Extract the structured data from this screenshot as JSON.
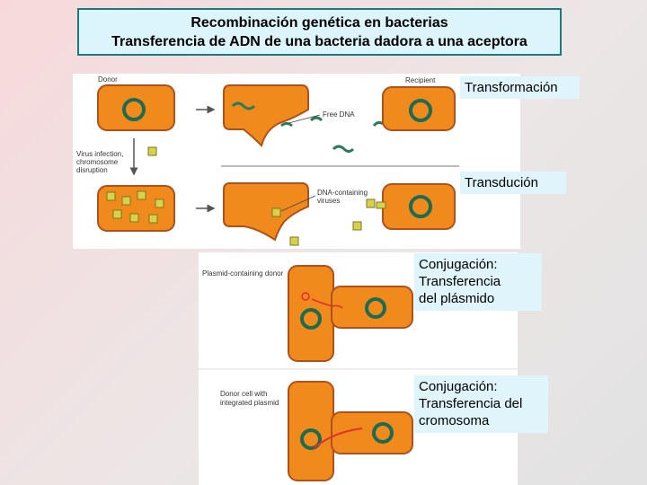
{
  "title": {
    "line1": "Recombinación genética en bacterias",
    "line2": "Transferencia de ADN de una bacteria dadora a una aceptora"
  },
  "labels": {
    "transformation": "Transformación",
    "transduction": "Transdución",
    "conj_plasmid": [
      "Conjugación:",
      "Transferencia",
      "del plásmido"
    ],
    "conj_chromosome": [
      "Conjugación:",
      "Transferencia del",
      "cromosoma"
    ]
  },
  "figure_text": {
    "donor": "Donor",
    "recipient": "Recipient",
    "free_dna": "Free DNA",
    "virus_infection": [
      "Virus infection,",
      "chromosome",
      "disruption"
    ],
    "dna_viruses": [
      "DNA-containing",
      "viruses"
    ],
    "plasmid_donor": "Plasmid-containing donor",
    "integrated": [
      "Donor cell with",
      "integrated plasmid"
    ]
  },
  "colors": {
    "cell_fill": "#f08a1c",
    "cell_border": "#b0501a",
    "chromosome": "#1f6b52",
    "dna_strand": "#2d7a5a",
    "virus": "#d7d24a",
    "plasmid": "#e03030"
  }
}
